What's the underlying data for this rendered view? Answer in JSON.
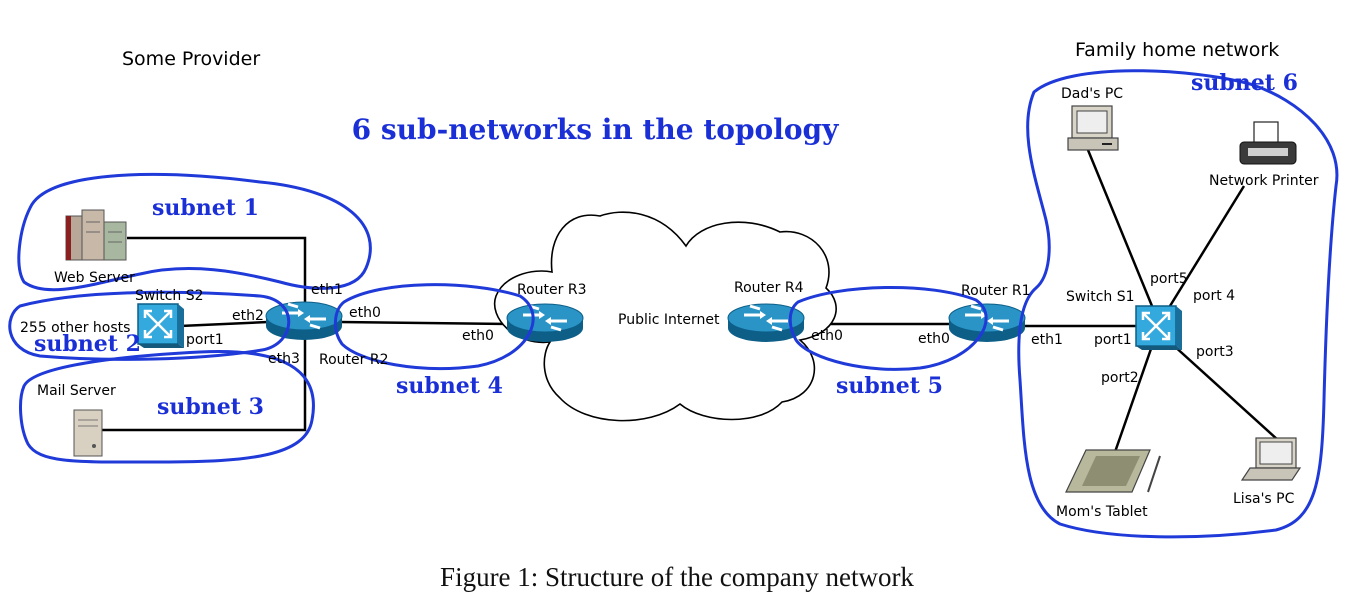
{
  "headings": {
    "provider": "Some Provider",
    "home": "Family home network",
    "title": "6 sub-networks in the topology",
    "caption": "Figure 1: Structure of the company network"
  },
  "subnets": {
    "s1": "subnet 1",
    "s2": "subnet 2",
    "s3": "subnet 3",
    "s4": "subnet 4",
    "s5": "subnet 5",
    "s6": "subnet 6"
  },
  "devices": {
    "web_server": "Web Server",
    "switch_s2": "Switch S2",
    "other_hosts": "255 other hosts",
    "mail_server": "Mail Server",
    "router_r2": "Router R2",
    "router_r3": "Router R3",
    "public_internet": "Public Internet",
    "router_r4": "Router R4",
    "router_r1": "Router R1",
    "switch_s1": "Switch S1",
    "dads_pc": "Dad's PC",
    "network_printer": "Network Printer",
    "moms_tablet": "Mom's Tablet",
    "lisas_pc": "Lisa's PC"
  },
  "ports": {
    "r2_eth1": "eth1",
    "r2_eth2": "eth2",
    "r2_eth3": "eth3",
    "r2_eth0": "eth0",
    "s2_port1": "port1",
    "r3_eth0": "eth0",
    "r4_eth0": "eth0",
    "r1_eth0": "eth0",
    "r1_eth1": "eth1",
    "s1_port1": "port1",
    "s1_port2": "port2",
    "s1_port3": "port3",
    "s1_port4": "port 4",
    "s1_port5": "port5"
  },
  "colors": {
    "subnet_outline": "#1f3ad8",
    "subnet_label": "#1a2fd6",
    "router_blue": "#1f86b8",
    "switch_blue": "#2a9ed6"
  }
}
